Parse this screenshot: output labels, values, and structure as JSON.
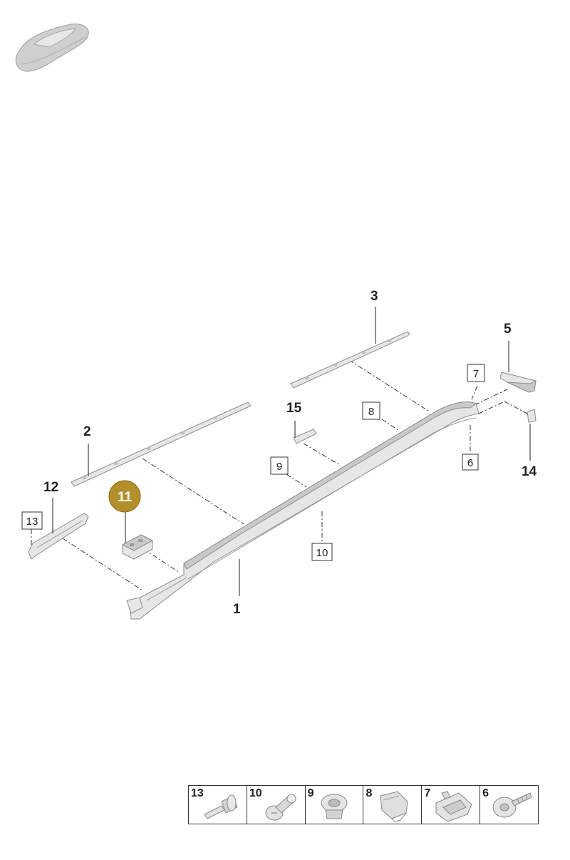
{
  "callouts": {
    "c1": "1",
    "c2": "2",
    "c3": "3",
    "c5": "5",
    "c11": "11",
    "c12": "12",
    "c14": "14",
    "c15": "15"
  },
  "boxed_labels": {
    "b6": "6",
    "b7": "7",
    "b8": "8",
    "b9": "9",
    "b10": "10",
    "b13": "13"
  },
  "legend": {
    "items": [
      "13",
      "10",
      "9",
      "8",
      "7",
      "6"
    ]
  },
  "colors": {
    "highlight": "#b38f2c",
    "part_fill": "#e6e6e6",
    "line": "#333333"
  }
}
